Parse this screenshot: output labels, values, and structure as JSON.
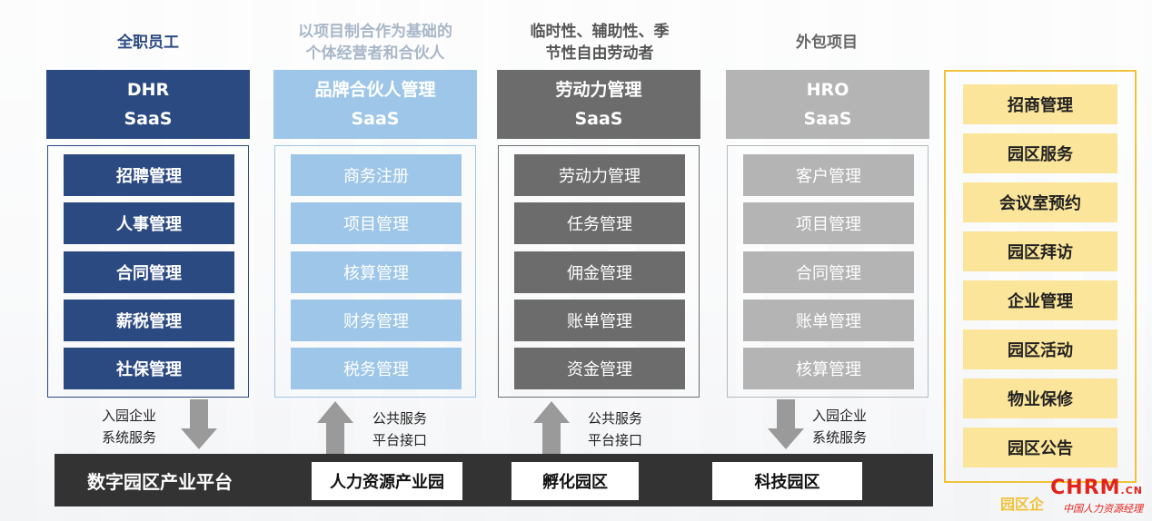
{
  "headers": [
    {
      "text": "全职员工",
      "color": "#2c4a82"
    },
    {
      "text": "以项目制合作为基础的\n个体经营者和合伙人",
      "color": "#a9b7c8"
    },
    {
      "text": "临时性、辅助性、季\n节性自由劳动者",
      "color": "#555555"
    },
    {
      "text": "外包项目",
      "color": "#666666"
    }
  ],
  "heads": [
    {
      "line1": "DHR",
      "line2": "SaaS",
      "color": "#2c4a82"
    },
    {
      "line1": "品牌合伙人管理",
      "line2": "SaaS",
      "color": "#9ec6e8"
    },
    {
      "line1": "劳动力管理",
      "line2": "SaaS",
      "color": "#6c6c6c"
    },
    {
      "line1": "HRO",
      "line2": "SaaS",
      "color": "#b4b4b4"
    }
  ],
  "columns": {
    "dhr": [
      "招聘管理",
      "人事管理",
      "合同管理",
      "薪税管理",
      "社保管理"
    ],
    "partner": [
      "商务注册",
      "项目管理",
      "核算管理",
      "财务管理",
      "税务管理"
    ],
    "labor": [
      "劳动力管理",
      "任务管理",
      "佣金管理",
      "账单管理",
      "资金管理"
    ],
    "hro": [
      "客户管理",
      "项目管理",
      "合同管理",
      "账单管理",
      "核算管理"
    ]
  },
  "park": [
    "招商管理",
    "园区服务",
    "会议室预约",
    "园区拜访",
    "企业管理",
    "园区活动",
    "物业保修",
    "园区公告"
  ],
  "arrows": {
    "a1": "入园企业\n系统服务",
    "a2": "公共服务\n平台接口",
    "a3": "公共服务\n平台接口",
    "a4": "入园企业\n系统服务"
  },
  "platform": {
    "label": "数字园区产业平台",
    "boxes": [
      "人力资源产业园",
      "孵化园区",
      "科技园区"
    ]
  },
  "watermark": "园区企",
  "logo": {
    "main": "CHRM",
    "suffix": ".CN",
    "sub": "中国人力资源经理"
  }
}
